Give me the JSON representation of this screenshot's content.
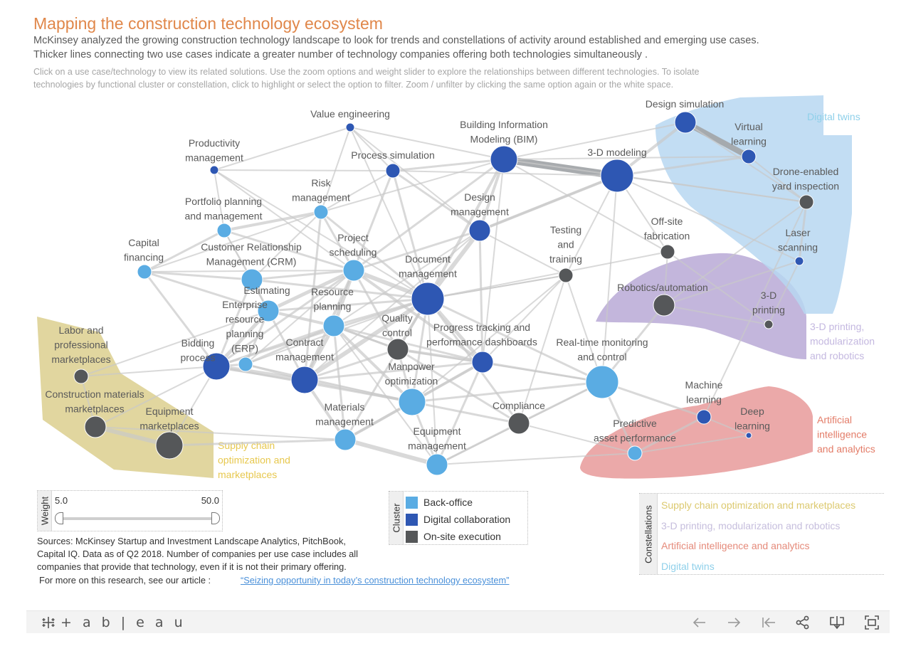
{
  "header": {
    "title": "Mapping the construction technology ecosystem",
    "subtitle_line1": "McKinsey analyzed the growing construction technology landscape to look for trends and  constellations of activity around established  and emerging use cases.",
    "subtitle_line2": "Thicker lines connecting two use cases indicate a greater number of technology companies offering both technologies simultaneously .",
    "instructions_line1": "Click on a use case/technology to view its related solutions. Use the zoom options and weight slider to explore the relationships between different technologies. To isolate",
    "instructions_line2": "technologies by functional cluster or constellation, click to highlight or select the option to filter.  Zoom / unfilter by clicking the same option again or the white space."
  },
  "colors": {
    "back_office": "#5aace3",
    "digital_collaboration": "#2e57b3",
    "on_site_execution": "#555759",
    "supply_chain": "#dccf8e",
    "printing_robotics": "#b9a9d6",
    "ai_analytics": "#e79a9a",
    "digital_twins": "#b7d7f1",
    "edge": "#c9c9c9",
    "title": "#e0874a",
    "link": "#4a90d9"
  },
  "network": {
    "constellation_labels": {
      "supply_chain": [
        "Supply chain",
        "optimization and",
        "marketplaces"
      ],
      "printing_robotics": [
        "3-D printing,",
        "modularization",
        "and robotics"
      ],
      "ai_analytics": [
        "Artificial",
        "intelligence",
        "and analytics"
      ],
      "digital_twins": [
        "Digital twins"
      ]
    },
    "nodes": [
      {
        "id": "value-engineering",
        "label": [
          "Value engineering"
        ],
        "cluster": "digital_collaboration",
        "size": "xs"
      },
      {
        "id": "bim",
        "label": [
          "Building Information",
          "Modeling (BIM)"
        ],
        "cluster": "digital_collaboration",
        "size": "l"
      },
      {
        "id": "productivity-management",
        "label": [
          "Productivity",
          "management"
        ],
        "cluster": "digital_collaboration",
        "size": "xs"
      },
      {
        "id": "process-simulation",
        "label": [
          "Process simulation"
        ],
        "cluster": "digital_collaboration",
        "size": "s"
      },
      {
        "id": "3d-modeling",
        "label": [
          "3-D modeling"
        ],
        "cluster": "digital_collaboration",
        "size": "xl"
      },
      {
        "id": "design-simulation",
        "label": [
          "Design simulation"
        ],
        "cluster": "digital_collaboration",
        "size": "m"
      },
      {
        "id": "virtual-learning",
        "label": [
          "Virtual",
          "learning"
        ],
        "cluster": "digital_collaboration",
        "size": "s"
      },
      {
        "id": "drone-yard-inspection",
        "label": [
          "Drone-enabled",
          "yard inspection"
        ],
        "cluster": "on_site_execution",
        "size": "s"
      },
      {
        "id": "risk-management",
        "label": [
          "Risk",
          "management"
        ],
        "cluster": "back_office",
        "size": "s"
      },
      {
        "id": "portfolio-planning",
        "label": [
          "Portfolio planning",
          "and management"
        ],
        "cluster": "back_office",
        "size": "s"
      },
      {
        "id": "design-management",
        "label": [
          "Design",
          "management"
        ],
        "cluster": "digital_collaboration",
        "size": "m"
      },
      {
        "id": "testing-training",
        "label": [
          "Testing",
          "and",
          "training"
        ],
        "cluster": "on_site_execution",
        "size": "s"
      },
      {
        "id": "off-site-fabrication",
        "label": [
          "Off-site",
          "fabrication"
        ],
        "cluster": "on_site_execution",
        "size": "s"
      },
      {
        "id": "laser-scanning",
        "label": [
          "Laser",
          "scanning"
        ],
        "cluster": "digital_collaboration",
        "size": "xs"
      },
      {
        "id": "capital-financing",
        "label": [
          "Capital",
          "financing"
        ],
        "cluster": "back_office",
        "size": "s"
      },
      {
        "id": "crm",
        "label": [
          "Customer Relationship",
          "Management (CRM)"
        ],
        "cluster": "back_office",
        "size": "m"
      },
      {
        "id": "project-scheduling",
        "label": [
          "Project",
          "scheduling"
        ],
        "cluster": "back_office",
        "size": "m"
      },
      {
        "id": "document-management",
        "label": [
          "Document",
          "management"
        ],
        "cluster": "digital_collaboration",
        "size": "xl"
      },
      {
        "id": "robotics-automation",
        "label": [
          "Robotics/automation"
        ],
        "cluster": "on_site_execution",
        "size": "m"
      },
      {
        "id": "3d-printing",
        "label": [
          "3-D",
          "printing"
        ],
        "cluster": "on_site_execution",
        "size": "xs"
      },
      {
        "id": "estimating",
        "label": [
          "Estimating"
        ],
        "cluster": "back_office",
        "size": "m"
      },
      {
        "id": "erp",
        "label": [
          "Enterprise",
          "resource",
          "planning",
          "(ERP)"
        ],
        "cluster": "back_office",
        "size": "s"
      },
      {
        "id": "resource-planning",
        "label": [
          "Resource",
          "planning"
        ],
        "cluster": "back_office",
        "size": "m"
      },
      {
        "id": "quality-control",
        "label": [
          "Quality",
          "control"
        ],
        "cluster": "on_site_execution",
        "size": "m"
      },
      {
        "id": "progress-tracking",
        "label": [
          "Progress tracking and",
          "performance dashboards"
        ],
        "cluster": "digital_collaboration",
        "size": "m"
      },
      {
        "id": "labor-marketplaces",
        "label": [
          "Labor and",
          "professional",
          "marketplaces"
        ],
        "cluster": "on_site_execution",
        "size": "s"
      },
      {
        "id": "bidding-process",
        "label": [
          "Bidding",
          "process"
        ],
        "cluster": "digital_collaboration",
        "size": "l"
      },
      {
        "id": "contract-management",
        "label": [
          "Contract",
          "management"
        ],
        "cluster": "digital_collaboration",
        "size": "l"
      },
      {
        "id": "real-time-monitoring",
        "label": [
          "Real-time monitoring",
          "and control"
        ],
        "cluster": "back_office",
        "size": "xl"
      },
      {
        "id": "manpower-optimization",
        "label": [
          "Manpower",
          "optimization"
        ],
        "cluster": "back_office",
        "size": "l"
      },
      {
        "id": "machine-learning",
        "label": [
          "Machine",
          "learning"
        ],
        "cluster": "digital_collaboration",
        "size": "s"
      },
      {
        "id": "construction-materials-marketplaces",
        "label": [
          "Construction materials",
          "marketplaces"
        ],
        "cluster": "on_site_execution",
        "size": "m"
      },
      {
        "id": "equipment-marketplaces",
        "label": [
          "Equipment",
          "marketplaces"
        ],
        "cluster": "on_site_execution",
        "size": "l"
      },
      {
        "id": "materials-management",
        "label": [
          "Materials",
          "management"
        ],
        "cluster": "back_office",
        "size": "m"
      },
      {
        "id": "compliance",
        "label": [
          "Compliance"
        ],
        "cluster": "on_site_execution",
        "size": "m"
      },
      {
        "id": "deep-learning",
        "label": [
          "Deep",
          "learning"
        ],
        "cluster": "digital_collaboration",
        "size": "xxs"
      },
      {
        "id": "equipment-management",
        "label": [
          "Equipment",
          "management"
        ],
        "cluster": "back_office",
        "size": "m"
      },
      {
        "id": "predictive-asset-performance",
        "label": [
          "Predictive",
          "asset performance"
        ],
        "cluster": "back_office",
        "size": "s"
      }
    ]
  },
  "weight_slider": {
    "caption": "Weight",
    "min_label": "5.0",
    "max_label": "50.0"
  },
  "cluster_legend": {
    "caption": "Cluster",
    "items": [
      {
        "label": "Back-office",
        "color": "#5aace3"
      },
      {
        "label": "Digital collaboration",
        "color": "#2e57b3"
      },
      {
        "label": "On-site execution",
        "color": "#555759"
      }
    ]
  },
  "constellations_legend": {
    "caption": "Constellations",
    "items": [
      {
        "label": "Supply chain optimization and marketplaces",
        "color": "#dcc96f"
      },
      {
        "label": "3-D printing, modularization and robotics",
        "color": "#c6bedd"
      },
      {
        "label": "Artificial intelligence and analytics",
        "color": "#e58a7a"
      },
      {
        "label": "Digital twins",
        "color": "#8fd0ea"
      }
    ]
  },
  "sources": {
    "line1": "Sources: McKinsey Startup and Investment Landscape Analytics, PitchBook,",
    "line2": "Capital IQ.  Data as of Q2 2018. Number of companies per use case includes all",
    "line3": "companies that provide that technology, even if it is not their primary offering.",
    "more": "For more on this research, see our article :",
    "article_link": "“Seizing opportunity in today’s construction technology ecosystem”"
  },
  "toolbar": {
    "logo_text": "+ a b | e a u",
    "buttons": [
      {
        "name": "undo-icon"
      },
      {
        "name": "redo-icon"
      },
      {
        "name": "revert-icon"
      },
      {
        "name": "share-icon"
      },
      {
        "name": "download-icon"
      },
      {
        "name": "fullscreen-icon"
      }
    ]
  }
}
